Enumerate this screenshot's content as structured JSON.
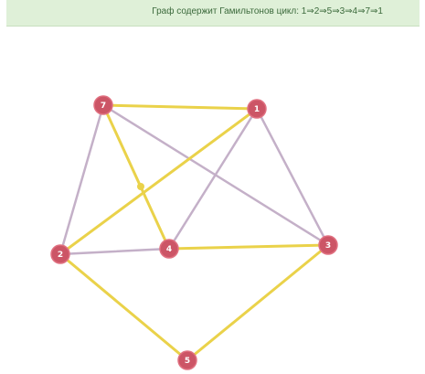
{
  "status_message": "Граф содержит Гамильтонов цикл: 1⇒2⇒5⇒3⇒4⇒7⇒1",
  "colors": {
    "banner_bg": "#dff0d8",
    "banner_text": "#3c6a3c",
    "vertex_fill": "#cc5566",
    "vertex_stroke": "#e07080",
    "edge_normal": "#c4b0c8",
    "edge_cycle": "#ead24a"
  },
  "graph": {
    "vertices": [
      "7",
      "1",
      "2",
      "4",
      "3",
      "5"
    ],
    "edges": [
      {
        "from": "7",
        "to": "2",
        "in_cycle": false
      },
      {
        "from": "7",
        "to": "3",
        "in_cycle": false
      },
      {
        "from": "1",
        "to": "4",
        "in_cycle": false
      },
      {
        "from": "1",
        "to": "3",
        "in_cycle": false
      },
      {
        "from": "2",
        "to": "4",
        "in_cycle": false
      },
      {
        "from": "7",
        "to": "1",
        "in_cycle": true
      },
      {
        "from": "7",
        "to": "4",
        "in_cycle": true
      },
      {
        "from": "1",
        "to": "2",
        "in_cycle": true
      },
      {
        "from": "4",
        "to": "3",
        "in_cycle": true
      },
      {
        "from": "2",
        "to": "5",
        "in_cycle": true
      },
      {
        "from": "5",
        "to": "3",
        "in_cycle": true
      }
    ]
  }
}
